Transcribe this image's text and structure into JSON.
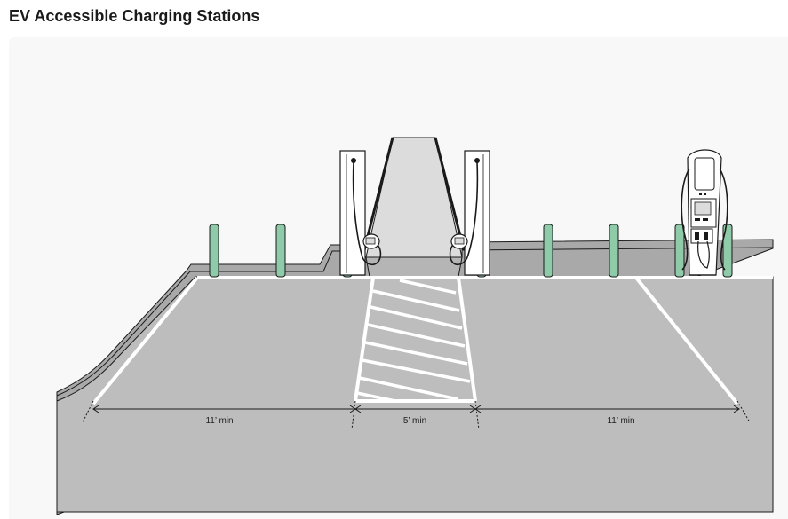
{
  "page": {
    "title": "EV Accessible Charging Stations"
  },
  "dimensions": {
    "left_space": "11’ min",
    "aisle": "5’ min",
    "right_space": "11’ min"
  },
  "colors": {
    "pavement": "#bdbdbd",
    "curb": "#a9a9a9",
    "ramp": "#dcdcdc",
    "bollard": "#8fcba9",
    "line": "#ffffff",
    "stroke": "#1a1a1a"
  }
}
